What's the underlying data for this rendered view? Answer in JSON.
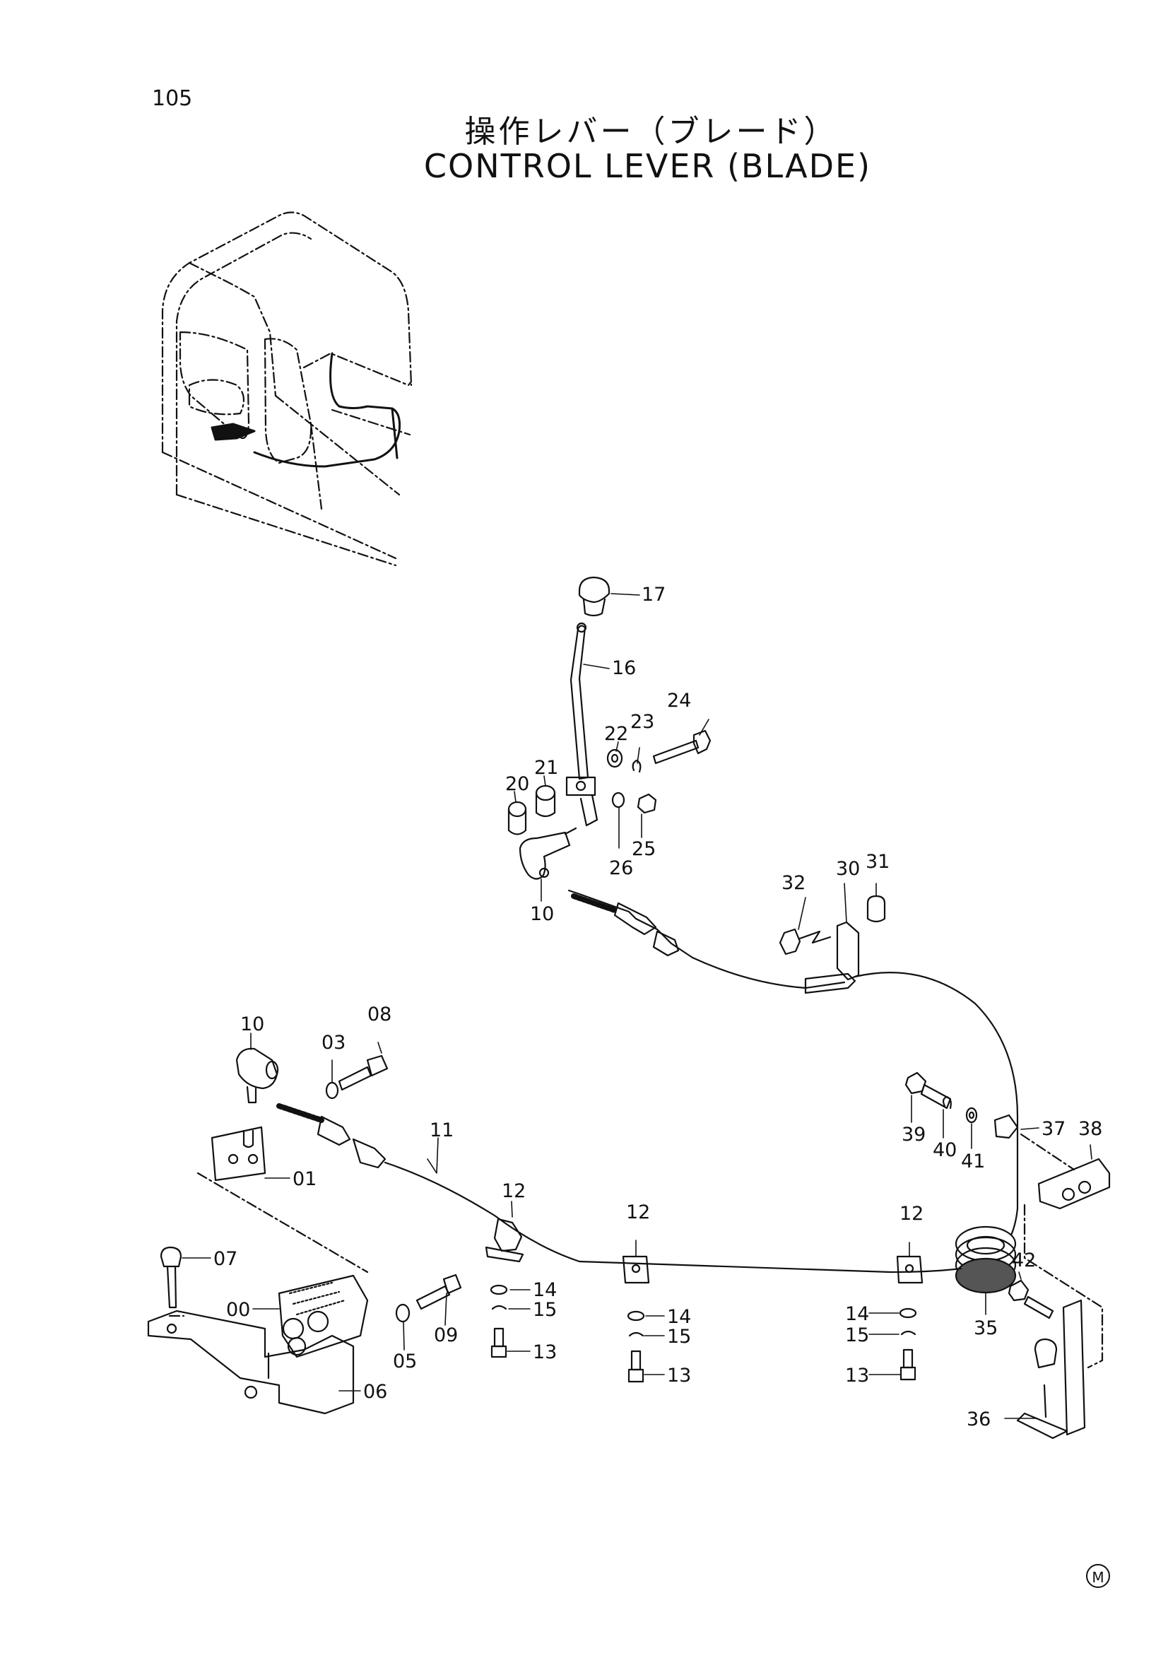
{
  "page_number": "105",
  "title_jp": "操作レバー（ブレード）",
  "title_en": "CONTROL LEVER (BLADE)",
  "corner_mark": "M",
  "callouts": {
    "p00": "00",
    "p01": "01",
    "p03": "03",
    "p05": "05",
    "p06": "06",
    "p07": "07",
    "p08": "08",
    "p09": "09",
    "p10a": "10",
    "p10b": "10",
    "p11": "11",
    "p12a": "12",
    "p12b": "12",
    "p12c": "12",
    "p13a": "13",
    "p13b": "13",
    "p13c": "13",
    "p14a": "14",
    "p14b": "14",
    "p14c": "14",
    "p15a": "15",
    "p15b": "15",
    "p15c": "15",
    "p16": "16",
    "p17": "17",
    "p20": "20",
    "p21": "21",
    "p22": "22",
    "p23": "23",
    "p24": "24",
    "p25": "25",
    "p26": "26",
    "p30": "30",
    "p31": "31",
    "p32": "32",
    "p35": "35",
    "p36": "36",
    "p37": "37",
    "p38": "38",
    "p39": "39",
    "p40": "40",
    "p41": "41",
    "p42": "42"
  }
}
